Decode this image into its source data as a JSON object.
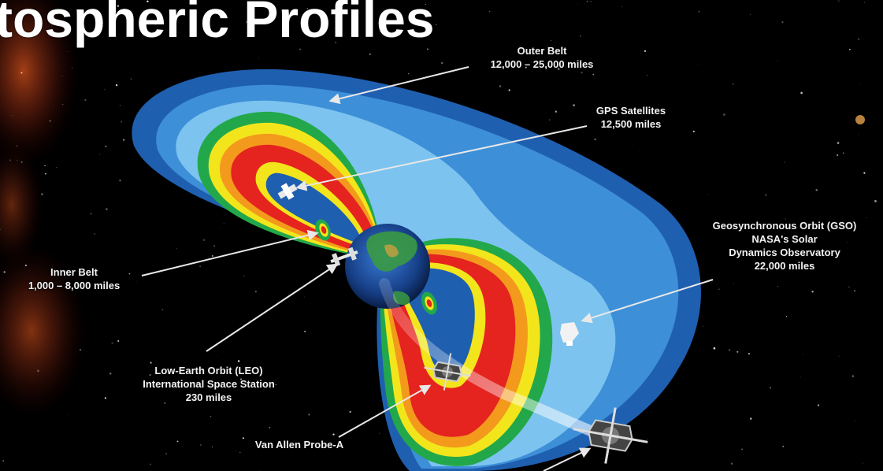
{
  "title": "tospheric Profiles",
  "labels": {
    "outer_belt": {
      "name": "Outer Belt",
      "distance": "12,000 – 25,000 miles"
    },
    "gps": {
      "name": "GPS Satellites",
      "distance": "12,500 miles"
    },
    "inner_belt": {
      "name": "Inner Belt",
      "distance": "1,000 – 8,000 miles"
    },
    "gso": {
      "line1": "Geosynchronous Orbit (GSO)",
      "line2": "NASA's Solar",
      "line3": "Dynamics Observatory",
      "line4": "22,000 miles"
    },
    "leo": {
      "line1": "Low-Earth Orbit (LEO)",
      "line2": "International Space Station",
      "line3": "230 miles"
    },
    "probe_a": {
      "name": "Van Allen Probe-A"
    }
  },
  "colors": {
    "background": "#000000",
    "belt_blue_dark": "#1f5fb0",
    "belt_blue_mid": "#3d8fd8",
    "belt_blue_light": "#7cc3ef",
    "belt_green": "#22a84a",
    "belt_yellow": "#f3e51c",
    "belt_orange": "#f39a1c",
    "belt_red": "#e5231f",
    "label_text": "#f2f2f2",
    "arrow": "#e8e8e8"
  }
}
